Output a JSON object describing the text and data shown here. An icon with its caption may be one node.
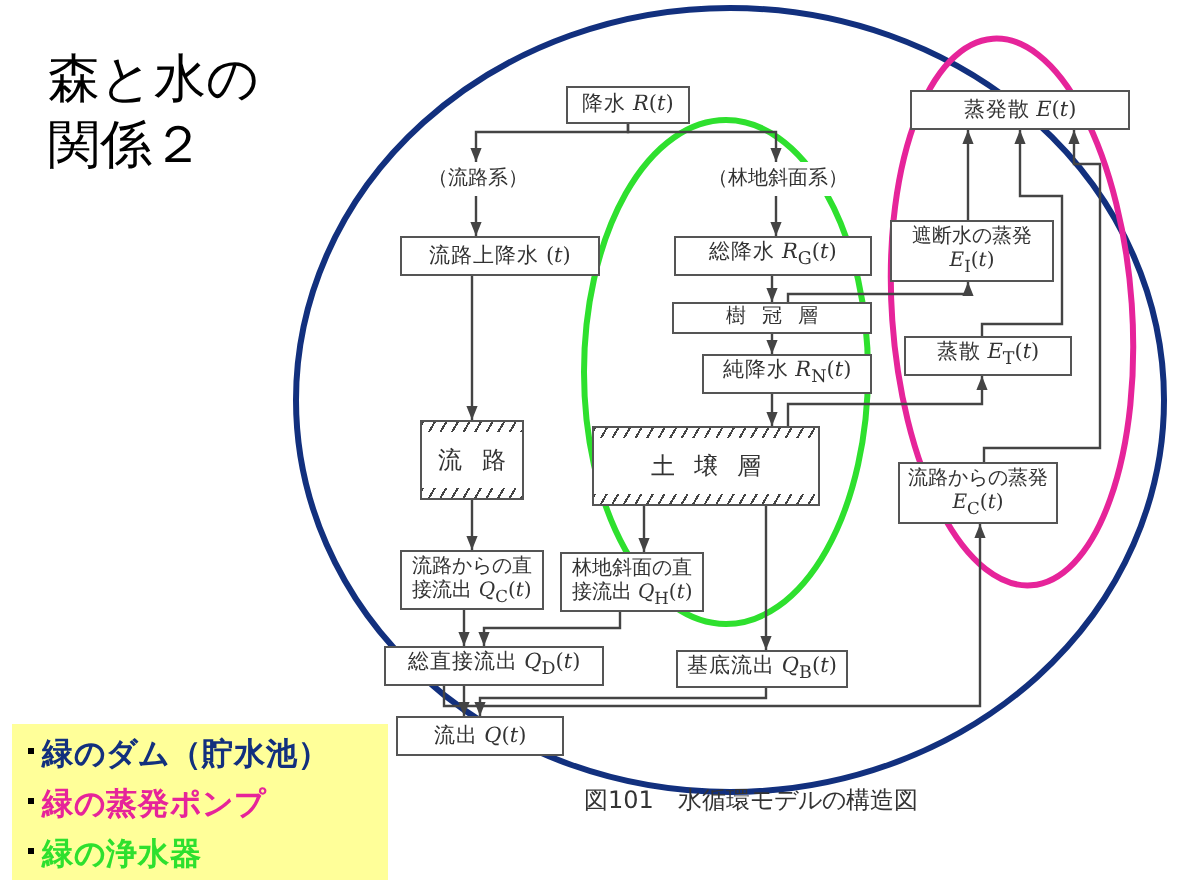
{
  "diagram": {
    "title": "森と水の関係２",
    "caption": "図101　水循環モデルの構造図",
    "nodes": [
      {
        "text": [
          "降水 *R*(*t*)"
        ]
      },
      {
        "text": [
          "（流路系）"
        ]
      },
      {
        "text": [
          "（林地斜面系）"
        ]
      },
      {
        "text": [
          "流路上降水 (*t*)"
        ]
      },
      {
        "text": [
          "総降水 *R*$_{G}$(*t*)"
        ]
      },
      {
        "text": [
          "樹冠層"
        ]
      },
      {
        "text": [
          "純降水 *R*$_{N}$(*t*)"
        ]
      },
      {
        "text": [
          "流路"
        ]
      },
      {
        "text": [
          "土壌層"
        ]
      },
      {
        "text": [
          "流路からの直接流出 *Q*$_{C}$(*t*)"
        ]
      },
      {
        "text": [
          "林地斜面の直接流出 *Q*$_{H}$(*t*)"
        ]
      },
      {
        "text": [
          "総直接流出 *Q*$_{D}$(*t*)"
        ]
      },
      {
        "text": [
          "基底流出 *Q*$_{B}$(*t*)"
        ]
      },
      {
        "text": [
          "流出 *Q*(*t*)"
        ]
      },
      {
        "text": [
          "蒸発散 *E*(*t*)"
        ]
      },
      {
        "text": [
          "遮断水の蒸発 *E*$_{I}$(*t*)"
        ]
      },
      {
        "text": [
          "蒸散 *E*$_{T}$(*t*)"
        ]
      },
      {
        "text": [
          "流路からの蒸発 *E*$_{C}$(*t*)"
        ]
      }
    ],
    "edges": [
      {
        "from": 0,
        "to": 1,
        "arrow": "to"
      },
      {
        "from": 0,
        "to": 2,
        "arrow": "to"
      },
      {
        "from": 1,
        "to": 3,
        "arrow": "to"
      },
      {
        "from": 2,
        "to": 4,
        "arrow": "to"
      },
      {
        "from": 3,
        "to": 7,
        "arrow": "to"
      },
      {
        "from": 4,
        "to": 5,
        "arrow": "to"
      },
      {
        "from": 5,
        "to": 6,
        "arrow": "to"
      },
      {
        "from": 6,
        "to": 8,
        "arrow": "to"
      },
      {
        "from": 5,
        "to": 15,
        "arrow": "to"
      },
      {
        "from": 8,
        "to": 16,
        "arrow": "to"
      },
      {
        "from": 7,
        "to": 9,
        "arrow": "to"
      },
      {
        "from": 8,
        "to": 10,
        "arrow": "to"
      },
      {
        "from": 8,
        "to": 12,
        "arrow": "to"
      },
      {
        "from": 9,
        "to": 11,
        "arrow": "to"
      },
      {
        "from": 10,
        "to": 11,
        "arrow": "to"
      },
      {
        "from": 11,
        "to": 13,
        "arrow": "to"
      },
      {
        "from": 12,
        "to": 13,
        "arrow": "to"
      },
      {
        "from": 11,
        "to": 17,
        "arrow": "to"
      },
      {
        "from": 15,
        "to": 14,
        "arrow": "to"
      },
      {
        "from": 16,
        "to": 14,
        "arrow": "to"
      },
      {
        "from": 17,
        "to": 14,
        "arrow": "to"
      }
    ],
    "legend": [
      {
        "text": "緑のダム（貯水池）",
        "color": "#12307e"
      },
      {
        "text": "緑の蒸発ポンプ",
        "color": "#e6249a"
      },
      {
        "text": "緑の浄水器",
        "color": "#2ee02e"
      }
    ]
  }
}
